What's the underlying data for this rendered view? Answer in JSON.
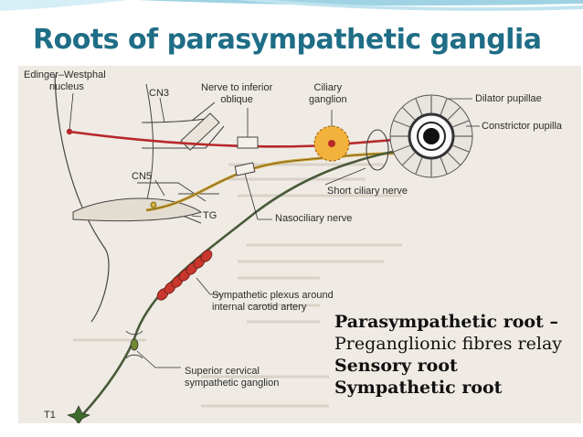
{
  "slide": {
    "title": "Roots of parasympathetic ganglia"
  },
  "diagram": {
    "labels": {
      "edinger_line1": "Edinger–Westphal",
      "edinger_line2": "nucleus",
      "cn3": "CN3",
      "nerve_inferior_line1": "Nerve to inferior",
      "nerve_inferior_line2": "oblique",
      "ciliary_line1": "Ciliary",
      "ciliary_line2": "ganglion",
      "dilator": "Dilator pupillae",
      "constrictor": "Constrictor pupilla",
      "cn5": "CN5",
      "short_ciliary": "Short ciliary nerve",
      "tg": "TG",
      "nasociliary": "Nasociliary nerve",
      "sympathetic_plexus_line1": "Sympathetic plexus around",
      "sympathetic_plexus_line2": "internal carotid artery",
      "superior_cervical_line1": "Superior cervical",
      "superior_cervical_line2": "sympathetic ganglion",
      "t1": "T1"
    },
    "colors": {
      "parasympathetic": "#b8282a",
      "sensory": "#c9a23a",
      "sympathetic": "#4a5a3a",
      "plexus": "#c8372e",
      "ganglion": "#f2b23c"
    }
  },
  "legend": {
    "items": [
      {
        "text": "Parasympathetic root –",
        "bold": true
      },
      {
        "text": "Preganglionic fibres relay",
        "bold": false
      },
      {
        "text": "Sensory root",
        "bold": true
      },
      {
        "text": "Sympathetic root",
        "bold": true
      }
    ]
  }
}
